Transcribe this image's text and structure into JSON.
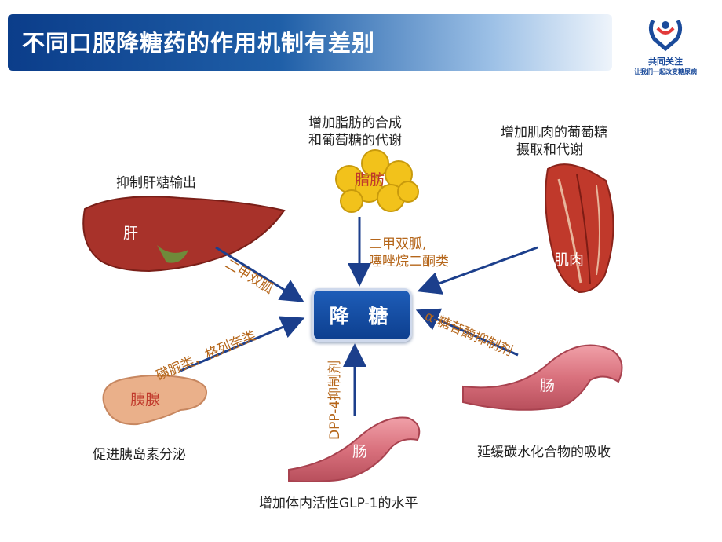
{
  "header": {
    "title": "不同口服降糖药的作用机制有差别"
  },
  "logo": {
    "text": "共同关注",
    "subtext": "让我们一起改变糖尿病"
  },
  "center": {
    "label": "降 糖"
  },
  "organs": {
    "liver": {
      "label": "肝",
      "effect": "抑制肝糖输出",
      "drug": "二甲双胍"
    },
    "fat": {
      "label": "脂肪",
      "effect_line1": "增加脂肪的合成",
      "effect_line2": "和葡萄糖的代谢",
      "drug_line1": "二甲双胍,",
      "drug_line2": "噻唑烷二酮类"
    },
    "muscle": {
      "label": "肌肉",
      "effect_line1": "增加肌肉的葡萄糖",
      "effect_line2": "摄取和代谢"
    },
    "pancreas": {
      "label": "胰腺",
      "effect": "促进胰岛素分泌",
      "drug": "磺脲类，格列奈类"
    },
    "gut_right": {
      "label": "肠",
      "effect": "延缓碳水化合物的吸收",
      "drug": "α-糖苷酶抑制剂"
    },
    "gut_bottom": {
      "label": "肠",
      "effect": "增加体内活性GLP-1的水平",
      "drug": "DPP-4抑制剂"
    }
  },
  "colors": {
    "arrow": "#1c3f8c",
    "drug_text": "#b5661a",
    "organ_liver": "#a8322a",
    "organ_muscle": "#c0392b",
    "organ_gut": "#d9717d",
    "organ_fat": "#f2c21b",
    "organ_pancreas": "#eab08a"
  }
}
